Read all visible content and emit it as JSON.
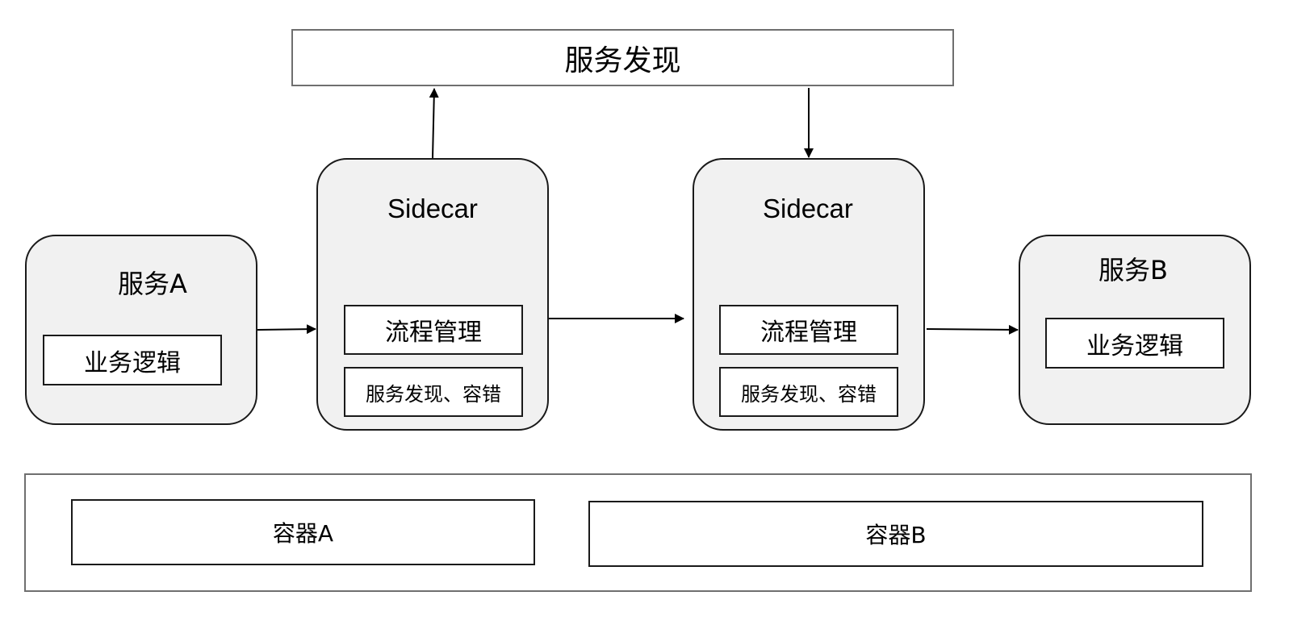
{
  "registry": {
    "label": "服务发现"
  },
  "service_a": {
    "title": "服务A",
    "logic": "业务逻辑"
  },
  "sidecar_left": {
    "title": "Sidecar",
    "process": "流程管理",
    "discovery": "服务发现、容错"
  },
  "sidecar_right": {
    "title": "Sidecar",
    "process": "流程管理",
    "discovery": "服务发现、容错"
  },
  "service_b": {
    "title": "服务B",
    "logic": "业务逻辑"
  },
  "containers": {
    "a": "容器A",
    "b": "容器B"
  },
  "colors": {
    "node_fill": "#f1f1f1",
    "node_stroke": "#1a1a1a",
    "outer_stroke": "#6f6f6f"
  }
}
